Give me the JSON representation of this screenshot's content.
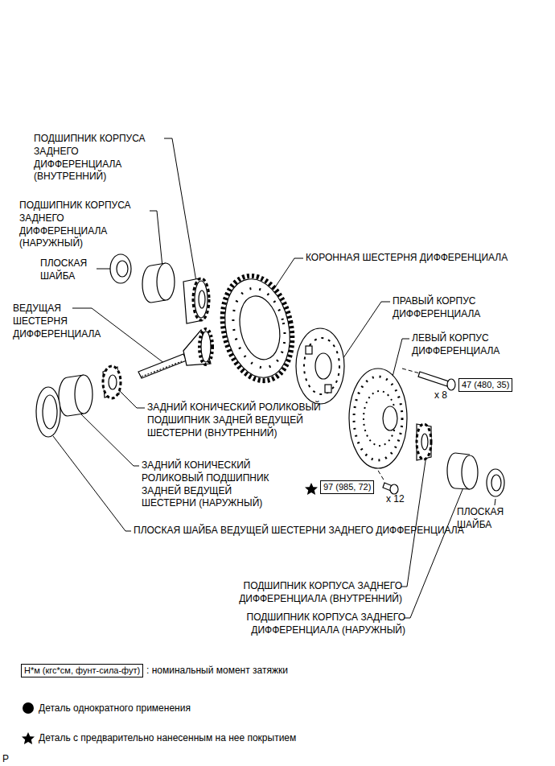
{
  "diagram": {
    "nodes": [
      {
        "text": [
          "47 (480, 35)"
        ]
      },
      {
        "text": [
          "97 (985, 72)"
        ]
      },
      {
        "text": [
          "Н*м (кгс*см, фунт-сила-фут)"
        ]
      }
    ],
    "labels": [
      "ПОДШИПНИК КОРПУСА ЗАДНЕГО ДИФФЕРЕНЦИАЛА (ВНУТРЕННИЙ)",
      "ПОДШИПНИК КОРПУСА ЗАДНЕГО ДИФФЕРЕНЦИАЛА (НАРУЖНЫЙ)",
      "ПЛОСКАЯ ШАЙБА",
      "ВЕДУЩАЯ ШЕСТЕРНЯ ДИФФЕРЕНЦИАЛА",
      "КОРОННАЯ ШЕСТЕРНЯ ДИФФЕРЕНЦИАЛА",
      "ПРАВЫЙ КОРПУС ДИФФЕРЕНЦИАЛА",
      "ЛЕВЫЙ КОРПУС ДИФФЕРЕНЦИАЛА",
      "ЗАДНИЙ КОНИЧЕСКИЙ РОЛИКОВЫЙ ПОДШИПНИК ЗАДНЕЙ ВЕДУЩЕЙ ШЕСТЕРНИ (ВНУТРЕННИЙ)",
      "ЗАДНИЙ КОНИЧЕСКИЙ РОЛИКОВЫЙ ПОДШИПНИК ЗАДНЕЙ ВЕДУЩЕЙ ШЕСТЕРНИ (НАРУЖНЫЙ)",
      "ПЛОСКАЯ ШАЙБА ВЕДУЩЕЙ ШЕСТЕРНИ ЗАДНЕГО ДИФФЕРЕНЦИАЛА",
      "x 8",
      "x 12",
      "ПЛОСКАЯ ШАЙБА",
      "ПОДШИПНИК КОРПУСА ЗАДНЕГО ДИФФЕРЕНЦИАЛА (ВНУТРЕННИЙ)",
      "ПОДШИПНИК КОРПУСА ЗАДНЕГО ДИФФЕРЕНЦИАЛА (НАРУЖНЫЙ)",
      "P"
    ],
    "legend": [
      {
        "text": ": номинальный момент затяжки"
      },
      {
        "text": "Деталь однократного применения"
      },
      {
        "text": "Деталь с предварительно нанесенным на нее покрытием"
      }
    ]
  }
}
